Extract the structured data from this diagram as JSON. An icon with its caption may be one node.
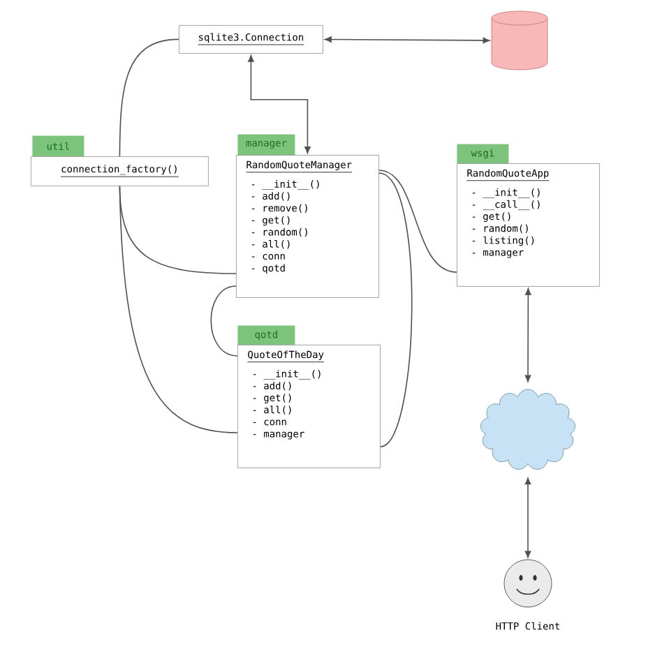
{
  "diagram": {
    "nodes": [
      {
        "text": [
          "sqlite3.Connection"
        ]
      },
      {
        "text": [],
        "shape": "cylinder"
      },
      {
        "text": [
          "util",
          "connection_factory()"
        ]
      },
      {
        "text": [
          "manager",
          "RandomQuoteManager",
          "- __init__()",
          "- add()",
          "- remove()",
          "- get()",
          "- random()",
          "- all()",
          "- conn",
          "- qotd"
        ]
      },
      {
        "text": [
          "wsgi",
          "RandomQuoteApp",
          "- __init__()",
          "- __call__()",
          "- get()",
          "- random()",
          "- listing()",
          "- manager"
        ]
      },
      {
        "text": [
          "qotd",
          "QuoteOfTheDay",
          "- __init__()",
          "- add()",
          "- get()",
          "- all()",
          "- conn",
          "- manager"
        ]
      },
      {
        "text": [],
        "shape": "cloud"
      },
      {
        "text": [],
        "shape": "person",
        "beside": [
          "HTTP Client"
        ]
      }
    ],
    "edges": [
      {
        "from": 0,
        "to": 1,
        "arrow": "both"
      },
      {
        "from": 0,
        "to": 3,
        "arrow": "both"
      },
      {
        "from": 0,
        "to": 2,
        "arrow": "none"
      },
      {
        "from": 2,
        "to": 3,
        "arrow": "none"
      },
      {
        "from": 2,
        "to": 5,
        "arrow": "none"
      },
      {
        "from": 3,
        "to": 5,
        "arrow": "none"
      },
      {
        "from": 3,
        "to": 4,
        "arrow": "none"
      },
      {
        "from": 3,
        "to": 5,
        "arrow": "none"
      },
      {
        "from": 4,
        "to": 6,
        "arrow": "both"
      },
      {
        "from": 6,
        "to": 7,
        "arrow": "both"
      }
    ]
  }
}
